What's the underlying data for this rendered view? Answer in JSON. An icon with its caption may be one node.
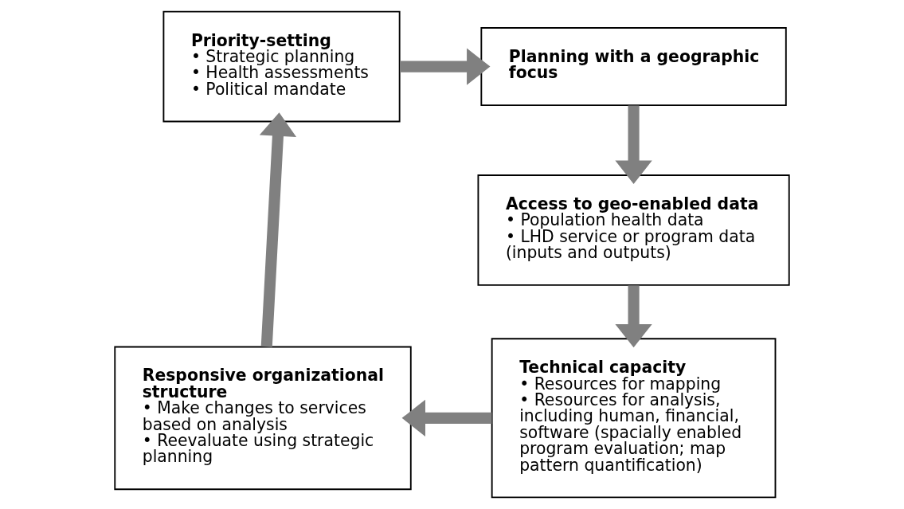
{
  "diagram": {
    "nodes": [
      {
        "text": [
          "Priority-setting",
          "• Strategic planning",
          "• Health assessments",
          "• Political mandate"
        ]
      },
      {
        "text": [
          "Planning with a geographic focus"
        ]
      },
      {
        "text": [
          "Access to geo-enabled data",
          "• Population health data",
          "• LHD service or program data (inputs and outputs)"
        ]
      },
      {
        "text": [
          "Technical capacity",
          "• Resources for mapping",
          "• Resources for analysis, including human, financial, software (spacially enabled program evaluation; map pattern quantification)"
        ]
      },
      {
        "text": [
          "Responsive organizational structure",
          "• Make changes to services based on analysis",
          "• Reevaluate using strategic planning"
        ]
      }
    ],
    "edges": [
      {
        "from": 0,
        "to": 1,
        "arrow": "to"
      },
      {
        "from": 1,
        "to": 2,
        "arrow": "to"
      },
      {
        "from": 2,
        "to": 3,
        "arrow": "to"
      },
      {
        "from": 3,
        "to": 4,
        "arrow": "to"
      },
      {
        "from": 4,
        "to": 0,
        "arrow": "to"
      }
    ]
  }
}
